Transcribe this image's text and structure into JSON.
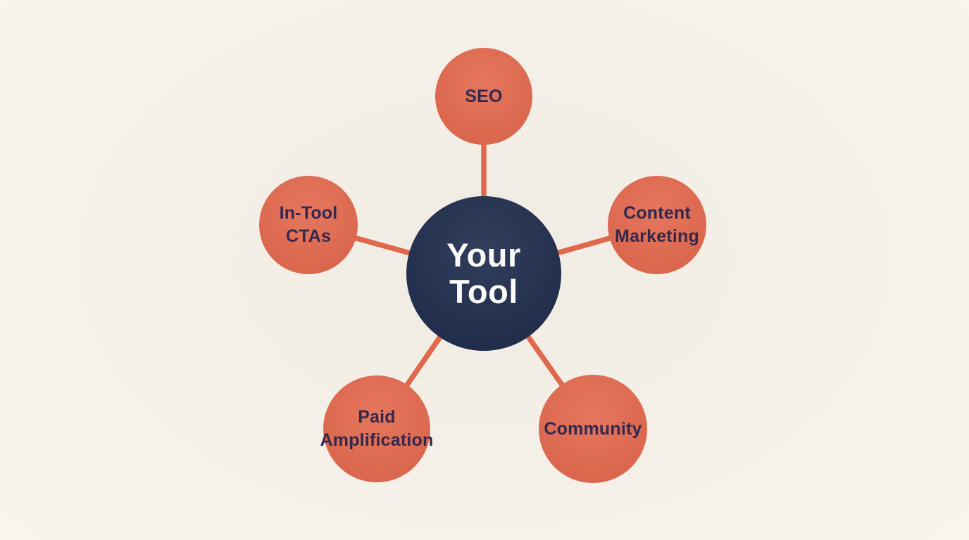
{
  "diagram": {
    "type": "hub-and-spoke",
    "center": {
      "id": "your-tool",
      "label": "Your\nTool"
    },
    "nodes": [
      {
        "id": "seo",
        "label": "SEO"
      },
      {
        "id": "content-marketing",
        "label": "Content\nMarketing"
      },
      {
        "id": "in-tool-ctas",
        "label": "In-Tool\nCTAs"
      },
      {
        "id": "paid-amplification",
        "label": "Paid\nAmplification"
      },
      {
        "id": "community",
        "label": "Community"
      }
    ],
    "edges": [
      {
        "from": "your-tool",
        "to": "seo"
      },
      {
        "from": "your-tool",
        "to": "content-marketing"
      },
      {
        "from": "your-tool",
        "to": "in-tool-ctas"
      },
      {
        "from": "your-tool",
        "to": "paid-amplification"
      },
      {
        "from": "your-tool",
        "to": "community"
      }
    ],
    "colors": {
      "background": "#f6f1e8",
      "center_fill": "#1f2d4e",
      "center_text": "#fafaf7",
      "node_fill": "#e2674b",
      "node_text": "#33294f",
      "connector": "#e0684c"
    }
  }
}
